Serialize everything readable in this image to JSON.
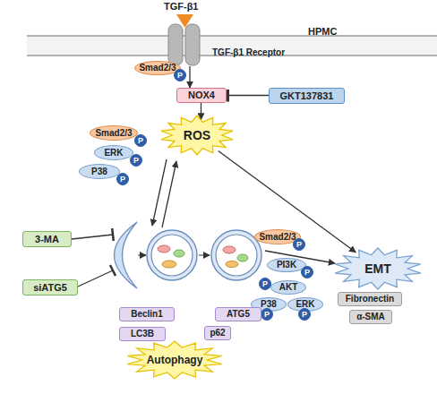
{
  "diagram": {
    "nodes": [
      {
        "text": [
          "TGF-β1 Receptor"
        ]
      },
      {
        "text": [
          "Smad2/3"
        ]
      },
      {
        "text": [
          "P"
        ]
      },
      {
        "text": [
          "NOX4"
        ]
      },
      {
        "text": [
          "GKT137831"
        ]
      },
      {
        "text": [
          "ROS"
        ]
      },
      {
        "text": [
          "Smad2/3"
        ]
      },
      {
        "text": [
          "P"
        ]
      },
      {
        "text": [
          "ERK"
        ]
      },
      {
        "text": [
          "P"
        ]
      },
      {
        "text": [
          "P38"
        ]
      },
      {
        "text": [
          "P"
        ]
      },
      {
        "text": [
          "3-MA"
        ]
      },
      {
        "text": [
          "siATG5"
        ]
      },
      {
        "text": [
          "Smad2/3"
        ]
      },
      {
        "text": [
          "P"
        ]
      },
      {
        "text": [
          "PI3K"
        ]
      },
      {
        "text": [
          "P"
        ]
      },
      {
        "text": [
          "AKT"
        ]
      },
      {
        "text": [
          "P"
        ]
      },
      {
        "text": [
          "P38"
        ]
      },
      {
        "text": [
          "P"
        ]
      },
      {
        "text": [
          "ERK"
        ]
      },
      {
        "text": [
          "P"
        ]
      },
      {
        "text": [
          "EMT"
        ]
      },
      {
        "text": [
          "Fibronectin"
        ]
      },
      {
        "text": [
          "α-SMA"
        ]
      },
      {
        "text": [
          "Beclin1"
        ]
      },
      {
        "text": [
          "ATG5"
        ]
      },
      {
        "text": [
          "LC3B"
        ]
      },
      {
        "text": [
          "p62"
        ]
      },
      {
        "text": [
          "Autophagy"
        ]
      }
    ],
    "edges": [
      {
        "from": 0,
        "to": 3,
        "arrow": "to"
      },
      {
        "from": 4,
        "to": 3,
        "arrow": "to"
      },
      {
        "from": 3,
        "to": 5,
        "arrow": "to"
      },
      {
        "from": 5,
        "to": 24,
        "arrow": "to"
      }
    ],
    "labels": [
      "TGF-β1",
      "HPMC"
    ]
  }
}
